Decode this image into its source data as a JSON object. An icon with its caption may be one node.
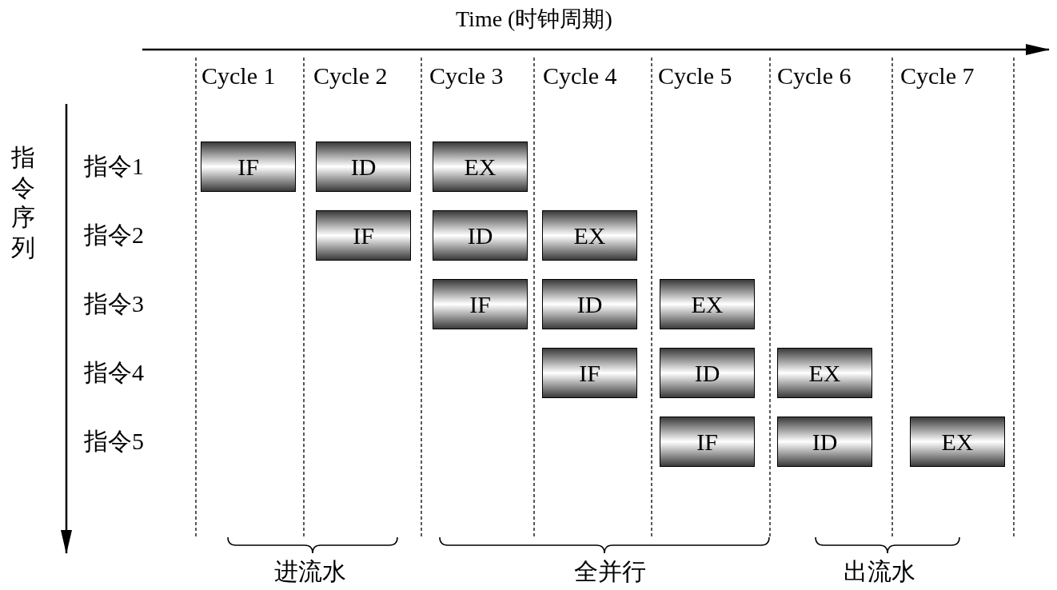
{
  "diagram": {
    "nodes": [
      {
        "text": [
          "IF"
        ]
      },
      {
        "text": [
          "ID"
        ]
      },
      {
        "text": [
          "EX"
        ]
      },
      {
        "text": [
          "IF"
        ]
      },
      {
        "text": [
          "ID"
        ]
      },
      {
        "text": [
          "EX"
        ]
      },
      {
        "text": [
          "IF"
        ]
      },
      {
        "text": [
          "ID"
        ]
      },
      {
        "text": [
          "EX"
        ]
      },
      {
        "text": [
          "IF"
        ]
      },
      {
        "text": [
          "ID"
        ]
      },
      {
        "text": [
          "EX"
        ]
      },
      {
        "text": [
          "IF"
        ]
      },
      {
        "text": [
          "ID"
        ]
      },
      {
        "text": [
          "EX"
        ]
      }
    ],
    "labels": [
      "Time (时钟周期)",
      "Cycle 1",
      "Cycle 2",
      "Cycle 3",
      "Cycle 4",
      "Cycle 5",
      "Cycle 6",
      "Cycle 7",
      "指令序列",
      "指令1",
      "指令2",
      "指令3",
      "指令4",
      "指令5",
      "进流水",
      "全并行",
      "出流水"
    ]
  }
}
